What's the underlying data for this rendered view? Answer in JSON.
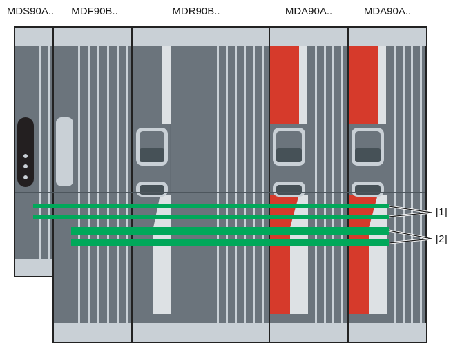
{
  "modules": [
    {
      "label": "MDS90A.."
    },
    {
      "label": "MDF90B.."
    },
    {
      "label": "MDR90B.."
    },
    {
      "label": "MDA90A.."
    },
    {
      "label": "MDA90A.."
    }
  ],
  "callouts": [
    {
      "label": "[1]"
    },
    {
      "label": "[2]"
    }
  ],
  "colors": {
    "body": "#6b747c",
    "cap": "#c9d0d6",
    "stripe": "#c9d0d6",
    "red": "#d63a2b",
    "green": "#00a85a",
    "dark": "#465157"
  }
}
